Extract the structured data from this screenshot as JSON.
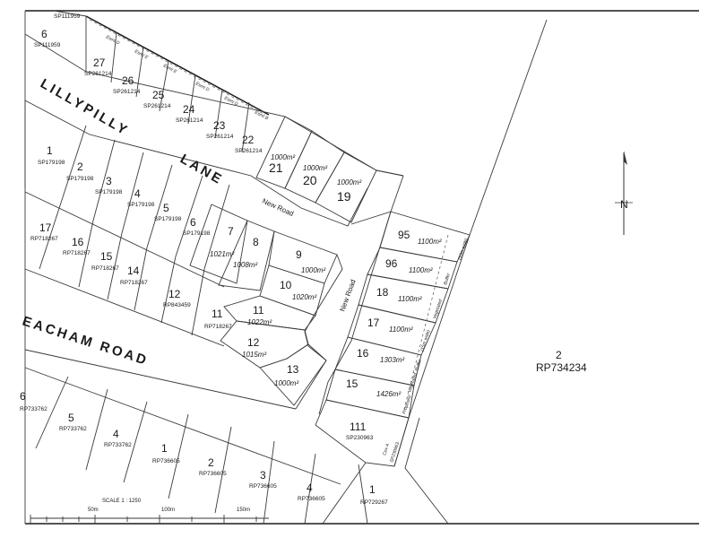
{
  "roads": {
    "lillypilly": "LILLYPILLY",
    "lane": "LANE",
    "eacham": "EACHAM  ROAD",
    "new_road_1": "New Road",
    "new_road_2": "New Road"
  },
  "existing_lots": [
    {
      "lot": "6",
      "plan": "SP111959"
    },
    {
      "lot": "",
      "plan": "SP111959"
    },
    {
      "lot": "27",
      "plan": "SP261214"
    },
    {
      "lot": "26",
      "plan": "SP261214"
    },
    {
      "lot": "25",
      "plan": "SP261214"
    },
    {
      "lot": "24",
      "plan": "SP261214"
    },
    {
      "lot": "23",
      "plan": "SP261214"
    },
    {
      "lot": "22",
      "plan": "SP261214"
    },
    {
      "lot": "1",
      "plan": "SP179198"
    },
    {
      "lot": "2",
      "plan": "SP179198"
    },
    {
      "lot": "3",
      "plan": "SP179198"
    },
    {
      "lot": "4",
      "plan": "SP179198"
    },
    {
      "lot": "5",
      "plan": "SP179198"
    },
    {
      "lot": "6",
      "plan": "SP179198"
    },
    {
      "lot": "17",
      "plan": "RP718267"
    },
    {
      "lot": "16",
      "plan": "RP718267"
    },
    {
      "lot": "15",
      "plan": "RP718267"
    },
    {
      "lot": "14",
      "plan": "RP718267"
    },
    {
      "lot": "12",
      "plan": "RP843459"
    },
    {
      "lot": "11",
      "plan": "RP718267"
    },
    {
      "lot": "5",
      "plan": "RP733762"
    },
    {
      "lot": "6",
      "plan": "RP733762"
    },
    {
      "lot": "4",
      "plan": "RP733762"
    },
    {
      "lot": "1",
      "plan": "RP736605"
    },
    {
      "lot": "2",
      "plan": "RP736605"
    },
    {
      "lot": "3",
      "plan": "RP736605"
    },
    {
      "lot": "4",
      "plan": "RP736605"
    },
    {
      "lot": "1",
      "plan": "RP729267"
    },
    {
      "lot": "111",
      "plan": "SP230963"
    },
    {
      "lot": "2",
      "plan": "RP734234"
    }
  ],
  "proposed_lots": [
    {
      "lot": "21",
      "area": "1000m²"
    },
    {
      "lot": "20",
      "area": "1000m²"
    },
    {
      "lot": "19",
      "area": "1000m²"
    },
    {
      "lot": "7",
      "area": "1021m²"
    },
    {
      "lot": "8",
      "area": "1008m²"
    },
    {
      "lot": "9",
      "area": "1000m²"
    },
    {
      "lot": "10",
      "area": "1020m²"
    },
    {
      "lot": "11",
      "area": "1022m²"
    },
    {
      "lot": "12",
      "area": "1015m²"
    },
    {
      "lot": "13",
      "area": "1000m²"
    },
    {
      "lot": "95",
      "area": "1100m²"
    },
    {
      "lot": "96",
      "area": "1100m²"
    },
    {
      "lot": "18",
      "area": "1100m²"
    },
    {
      "lot": "17",
      "area": "1100m²"
    },
    {
      "lot": "16",
      "area": "1303m²"
    },
    {
      "lot": "15",
      "area": "1426m²"
    }
  ],
  "notes": {
    "buffer_1": "(10m wide)",
    "buffer_2": "Buffer",
    "buffer_3": "Vegetated",
    "buffer_4": "(15m wide)",
    "buffer_5": "Buffer",
    "buffer_6": "Vegetated",
    "buffer_7": "Proposed",
    "esmt_1": "Esmt D",
    "esmt_2": "Esmt E",
    "esmt_3": "Esmt E",
    "esmt_4": "Esmt D",
    "esmt_5": "Esmt D",
    "esmt_6": "Esmt B",
    "cov_1": "Cov A",
    "cov_2": "SP230963"
  },
  "scale": {
    "label": "SCALE  1 : 1250",
    "mark_1": "50m",
    "mark_2": "100m",
    "mark_3": "150m"
  },
  "north": {
    "label": "N"
  }
}
